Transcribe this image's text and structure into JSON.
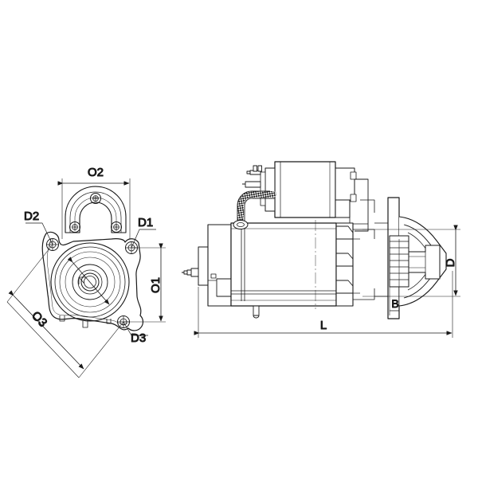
{
  "drawing": {
    "type": "engineering-dimension-drawing",
    "subject": "starter-motor",
    "background_color": "#ffffff",
    "line_color": "#1a1a1a",
    "views": [
      {
        "name": "end-view",
        "position": "left",
        "description": "Drive end flange face showing mounting ear bolt holes and pilot bore"
      },
      {
        "name": "side-view",
        "position": "right",
        "description": "Longitudinal side elevation showing solenoid, motor body, drive housing and pinion"
      }
    ]
  },
  "labels": {
    "o1": "O1",
    "o2": "O2",
    "o3": "O3",
    "d1": "D1",
    "d2": "D2",
    "d3": "D3",
    "length": "L",
    "b": "B",
    "d": "D"
  },
  "chart_data": {
    "type": "table",
    "title": "Dimension callouts",
    "categories": [
      "O1",
      "O2",
      "O3",
      "D1",
      "D2",
      "D3",
      "L",
      "B",
      "D"
    ],
    "values": [
      null,
      null,
      null,
      null,
      null,
      null,
      null,
      null,
      null
    ],
    "annotations": [
      {
        "label": "O2",
        "view": "end-view",
        "kind": "horizontal-linear",
        "position": "top"
      },
      {
        "label": "O1",
        "view": "end-view",
        "kind": "vertical-linear",
        "position": "right"
      },
      {
        "label": "O3",
        "view": "end-view",
        "kind": "diagonal-linear",
        "position": "lower-left"
      },
      {
        "label": "D1",
        "view": "end-view",
        "kind": "hole-diameter",
        "position": "upper-right-ear"
      },
      {
        "label": "D2",
        "view": "end-view",
        "kind": "hole-diameter",
        "position": "upper-left-ear"
      },
      {
        "label": "D3",
        "view": "end-view",
        "kind": "hole-diameter",
        "position": "lower-right-ear"
      },
      {
        "label": "L",
        "view": "side-view",
        "kind": "overall-length",
        "position": "bottom"
      },
      {
        "label": "B",
        "view": "side-view",
        "kind": "flange-offset",
        "position": "bottom-right"
      },
      {
        "label": "D",
        "view": "side-view",
        "kind": "pinion-diameter",
        "position": "far-right"
      }
    ],
    "xlabel": "",
    "ylabel": "",
    "legend_position": "none",
    "grid": false
  }
}
